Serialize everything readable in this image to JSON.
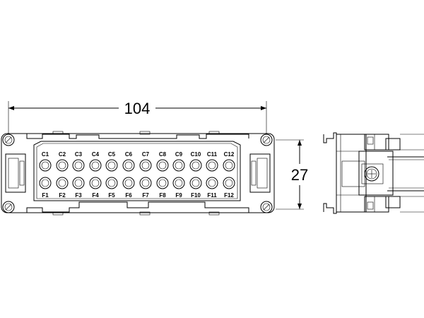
{
  "dimensions": {
    "width_label": "104",
    "height_label": "27"
  },
  "top_row_labels": [
    "C1",
    "C2",
    "C3",
    "C4",
    "C5",
    "C6",
    "C7",
    "C8",
    "C9",
    "C10",
    "C11",
    "C12"
  ],
  "bottom_row_labels": [
    "F1",
    "F2",
    "F3",
    "F4",
    "F5",
    "F6",
    "F7",
    "F8",
    "F9",
    "F10",
    "F11",
    "F12"
  ]
}
